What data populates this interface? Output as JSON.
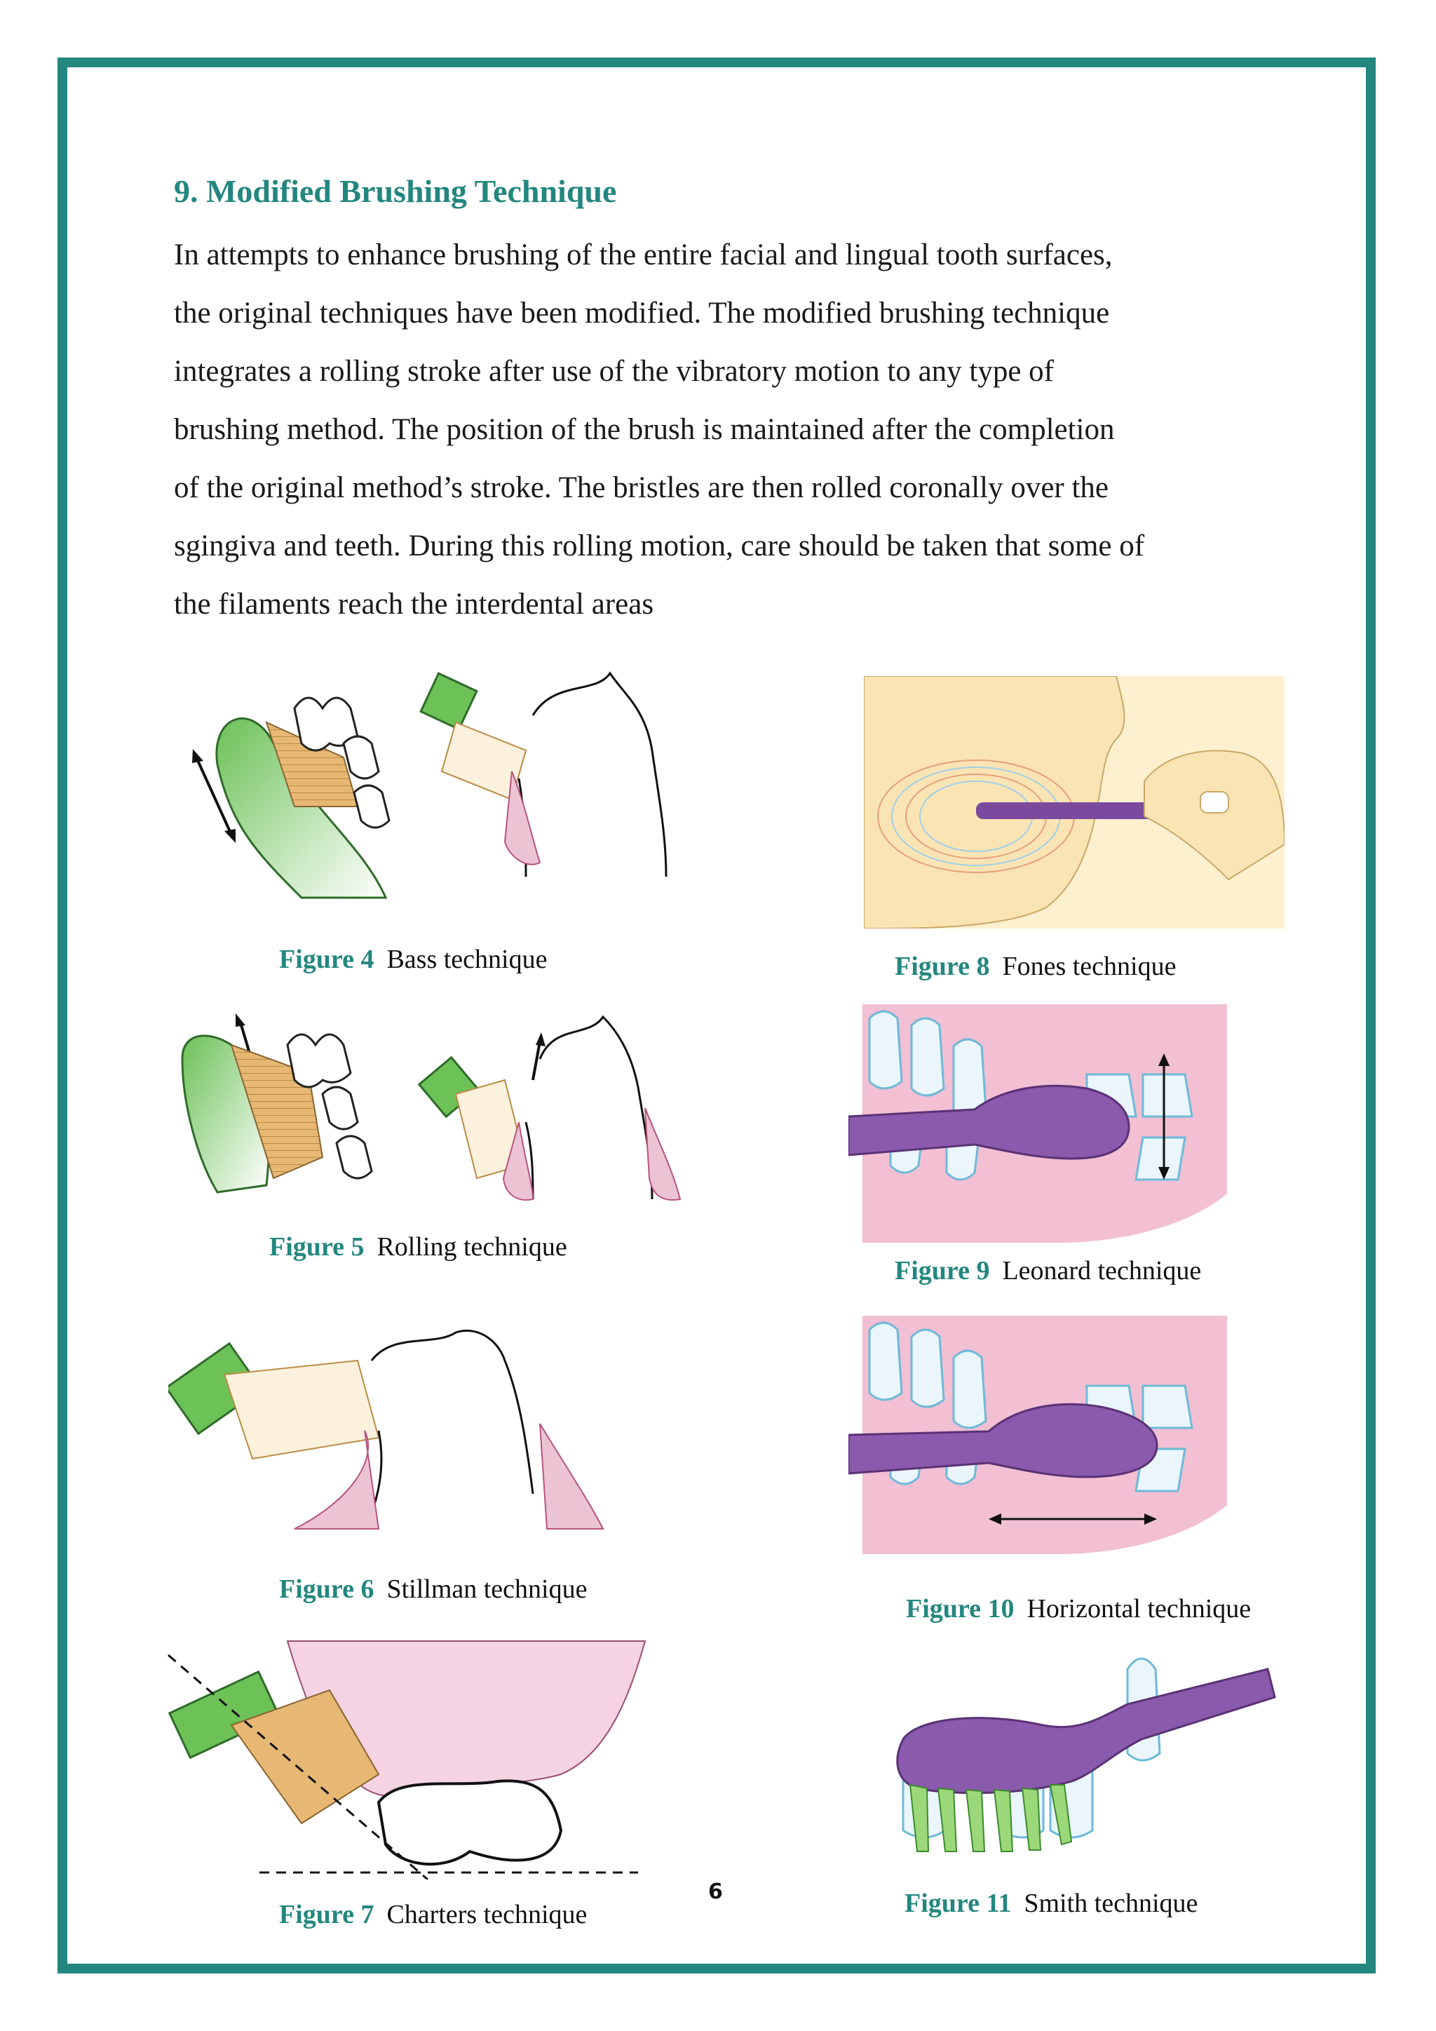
{
  "colors": {
    "accent": "#23877f",
    "brush_green": "#6cc157",
    "bristle_tan": "#e6b873",
    "gingiva_pink": "#f2bfd3",
    "toothbrush_purple": "#7b4a9e"
  },
  "section": {
    "heading": "9. Modified Brushing Technique",
    "lines": [
      "In attempts to enhance brushing of the entire facial and lingual tooth surfaces,",
      "the original techniques have been modified. The modified brushing technique",
      "integrates a rolling stroke after use of the vibratory motion to any type of",
      "brushing method. The position of the brush is maintained after the completion",
      "of the original method’s stroke. The bristles are then rolled coronally over the",
      "sgingiva and teeth. During this rolling motion, care should be taken that some of",
      "the filaments reach the interdental areas"
    ]
  },
  "figures": [
    {
      "number": "Figure 4",
      "title": "Bass technique",
      "icon": "bass-technique-illustration"
    },
    {
      "number": "Figure 5",
      "title": "Rolling technique",
      "icon": "rolling-technique-illustration"
    },
    {
      "number": "Figure 6",
      "title": "Stillman technique",
      "icon": "stillman-technique-illustration"
    },
    {
      "number": "Figure 7",
      "title": "Charters technique",
      "icon": "charters-technique-illustration"
    },
    {
      "number": "Figure 8",
      "title": "Fones technique",
      "icon": "fones-technique-illustration"
    },
    {
      "number": "Figure 9",
      "title": "Leonard technique",
      "icon": "leonard-technique-illustration"
    },
    {
      "number": "Figure 10",
      "title": "Horizontal technique",
      "icon": "horizontal-technique-illustration"
    },
    {
      "number": "Figure 11",
      "title": "Smith technique",
      "icon": "smith-technique-illustration"
    }
  ],
  "page_number": "6"
}
